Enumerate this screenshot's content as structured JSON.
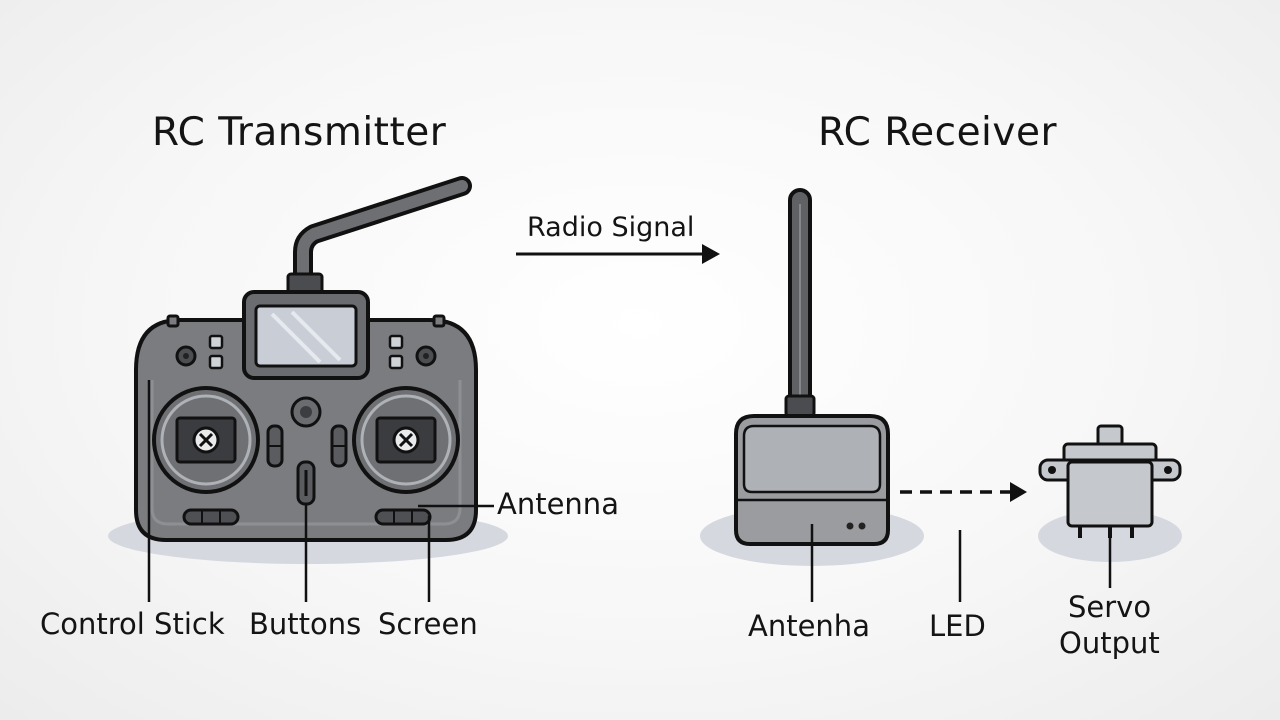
{
  "transmitter": {
    "title": "RC Transmitter",
    "labels": {
      "control_stick": "Control Stick",
      "buttons": "Buttons",
      "screen": "Screen",
      "antenna": "Antenna"
    }
  },
  "receiver": {
    "title": "RC Receiver",
    "labels": {
      "antenna": "Antenha",
      "led": "LED",
      "servo_line1": "Servo",
      "servo_line2": "Output"
    }
  },
  "signal": {
    "label": "Radio Signal"
  },
  "colors": {
    "body_fill": "#7a7c80",
    "body_dark": "#5d5f63",
    "outline": "#111111",
    "screen_fill": "#c9ced6",
    "receiver_fill": "#9a9ca0",
    "servo_fill": "#c5c8cc",
    "shadow": "#d6d8e0"
  }
}
